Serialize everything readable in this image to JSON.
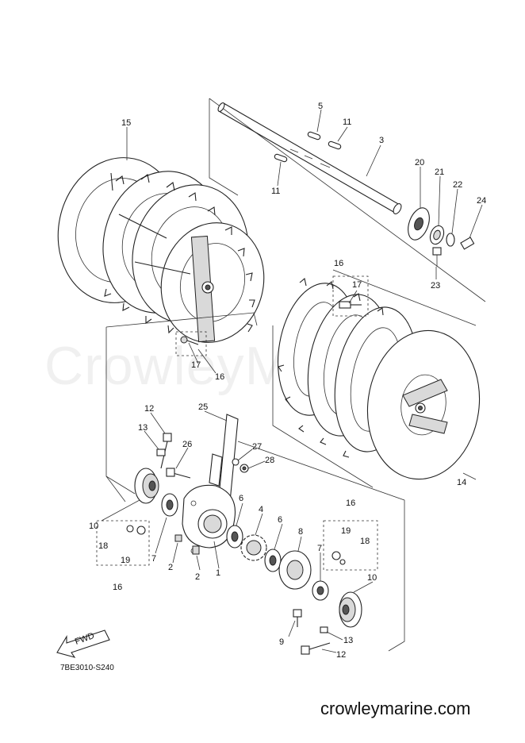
{
  "diagram": {
    "drawing_number": "7BE3010-S240",
    "watermark": "CrowleyMarine",
    "website": "crowleymarine.com",
    "fwd_label": "FWD",
    "callouts": {
      "p15": "15",
      "p5": "5",
      "p11a": "11",
      "p3": "3",
      "p11b": "11",
      "p20": "20",
      "p21": "21",
      "p22": "22",
      "p24": "24",
      "p23": "23",
      "p16a": "16",
      "p17a": "17",
      "p17b": "17",
      "p16b": "16",
      "p14": "14",
      "p25": "25",
      "p12a": "12",
      "p13a": "13",
      "p26": "26",
      "p27": "27",
      "p28": "28",
      "p10a": "10",
      "p18a": "18",
      "p19a": "19",
      "p7a": "7",
      "p16c": "16",
      "p2a": "2",
      "p2b": "2",
      "p1": "1",
      "p6a": "6",
      "p4": "4",
      "p6b": "6",
      "p8": "8",
      "p16d": "16",
      "p19b": "19",
      "p18b": "18",
      "p7b": "7",
      "p10b": "10",
      "p9": "9",
      "p13b": "13",
      "p12b": "12"
    }
  }
}
